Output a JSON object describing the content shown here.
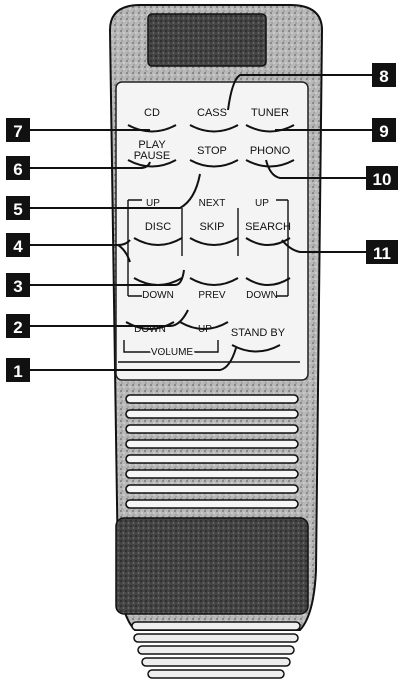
{
  "labels": {
    "cd": "CD",
    "cass": "CASS",
    "tuner": "TUNER",
    "play": "PLAY",
    "pause": "PAUSE",
    "stop": "STOP",
    "phono": "PHONO",
    "up_left": "UP",
    "next": "NEXT",
    "up_right": "UP",
    "disc": "DISC",
    "skip": "SKIP",
    "search": "SEARCH",
    "down_left": "DOWN",
    "prev": "PREV",
    "down_right": "DOWN",
    "vol_down": "DOWN",
    "vol_up": "UP",
    "standby": "STAND BY",
    "volume": "VOLUME"
  },
  "callouts": [
    "1",
    "2",
    "3",
    "4",
    "5",
    "6",
    "7",
    "8",
    "9",
    "10",
    "11"
  ]
}
